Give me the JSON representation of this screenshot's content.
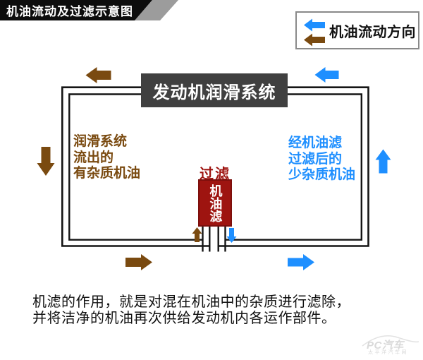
{
  "title": "机油流动及过滤示意图",
  "legend": {
    "label": "机油流动方向"
  },
  "diagram": {
    "engine_box": "发动机润滑系统",
    "left_label": "润滑系统\n流出的\n有杂质机油",
    "right_label": "经机油滤\n过滤后的\n少杂质机油",
    "filter_title": "过滤",
    "filter_box": "机油滤"
  },
  "arrows": [
    {
      "name": "dirty-flow-top-left-arrow",
      "direction": "left",
      "color": "flow_dirty"
    },
    {
      "name": "dirty-flow-down-left-arrow",
      "direction": "down",
      "color": "flow_dirty"
    },
    {
      "name": "dirty-flow-bottom-left-arrow",
      "direction": "right",
      "color": "flow_dirty"
    },
    {
      "name": "dirty-flow-into-filter-arrow",
      "direction": "up",
      "color": "flow_dirty"
    },
    {
      "name": "clean-flow-out-of-filter-arrow",
      "direction": "down",
      "color": "flow_clean"
    },
    {
      "name": "clean-flow-bottom-right-arrow",
      "direction": "right",
      "color": "flow_clean"
    },
    {
      "name": "clean-flow-up-right-arrow",
      "direction": "up",
      "color": "flow_clean"
    },
    {
      "name": "clean-flow-top-right-arrow",
      "direction": "left",
      "color": "flow_clean"
    },
    {
      "name": "legend-clean-arrow",
      "direction": "left",
      "color": "flow_clean"
    },
    {
      "name": "legend-dirty-arrow",
      "direction": "left",
      "color": "flow_dirty"
    }
  ],
  "caption": "机滤的作用，就是对混在机油中的杂质进行滤除，\n并将洁净的机油再次供给发动机内各运作部件。",
  "watermark": {
    "logo": "PC汽车",
    "subtext": "太平洋汽车网"
  },
  "colors": {
    "flow_dirty": "#7A4A10",
    "flow_clean": "#1E8FFF",
    "filter_red": "#9E1410",
    "engine_gray": "#404040",
    "banner_black": "#0D0D0D",
    "ribbon_gray": "#9C9C9C",
    "pipe_black": "#151515",
    "watermark_gray": "#D9D9D9"
  }
}
